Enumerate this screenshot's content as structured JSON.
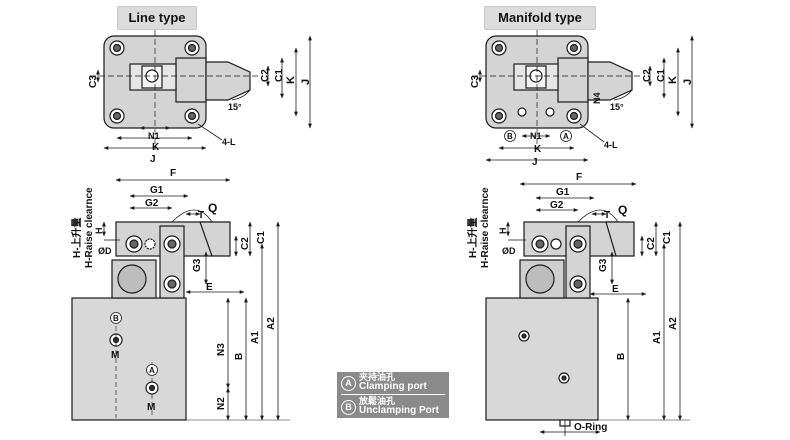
{
  "titles": {
    "line": "Line type",
    "manifold": "Manifold type"
  },
  "labels": {
    "C3": "C3",
    "C2": "C2",
    "C1": "C1",
    "K": "K",
    "J": "J",
    "N1": "N1",
    "N4": "N4",
    "deg": "15°",
    "fourL": "4-L",
    "F": "F",
    "G1": "G1",
    "G2": "G2",
    "T": "T",
    "Q": "Q",
    "H": "H",
    "phiD": "ØD",
    "G3": "G3",
    "E": "E",
    "A1": "A1",
    "A2": "A2",
    "B": "B",
    "N3": "N3",
    "N2": "N2",
    "M": "M",
    "A": "A",
    "oring": "O-Ring"
  },
  "raise": {
    "cn": "H-上升量",
    "en": "H-Raise clearnce"
  },
  "legend": {
    "a_mark": "A",
    "a_cn": "夹持油孔",
    "a_en": "Clamping port",
    "b_mark": "B",
    "b_cn": "放鬆油孔",
    "b_en": "Unclamping Port"
  },
  "colors": {
    "body": "#d4d4d4",
    "line": "#1a1a1a",
    "legend_bg": "#8a8a8a",
    "title_bg": "#dcdcdc"
  }
}
